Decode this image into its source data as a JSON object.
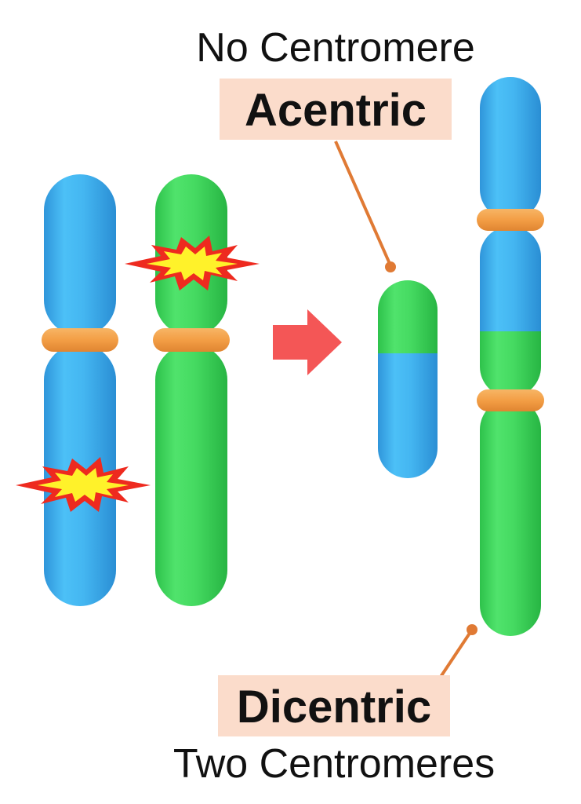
{
  "labels": {
    "acentric_caption": "No Centromere",
    "acentric_name": "Acentric",
    "dicentric_name": "Dicentric",
    "dicentric_caption": "Two Centromeres"
  },
  "colors": {
    "blue": "#3fb0ee",
    "green": "#3ed65c",
    "centromere": "#f3a14a",
    "arrow": "#f45656",
    "label_bg": "#fbdccb",
    "pointer": "#e07a34",
    "burst_outer": "#ee2a1f",
    "burst_inner": "#fff22a"
  },
  "icons": {
    "break_marker": "break-burst-icon",
    "transition": "right-arrow-icon"
  }
}
